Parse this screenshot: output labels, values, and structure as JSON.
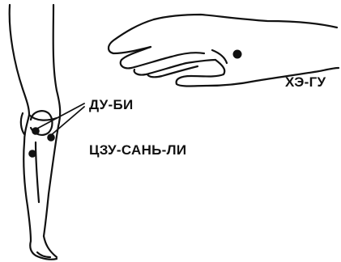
{
  "labels": {
    "he_gu": "ХЭ-ГУ",
    "du_bi": "ДУ-БИ",
    "czu_san_li": "ЦЗУ-САНЬ-ЛИ"
  },
  "icons": {
    "leg": "leg-illustration-icon",
    "hand": "hand-illustration-icon",
    "point": "acupoint-dot-icon"
  },
  "colors": {
    "ink": "#111111",
    "background": "#ffffff"
  }
}
